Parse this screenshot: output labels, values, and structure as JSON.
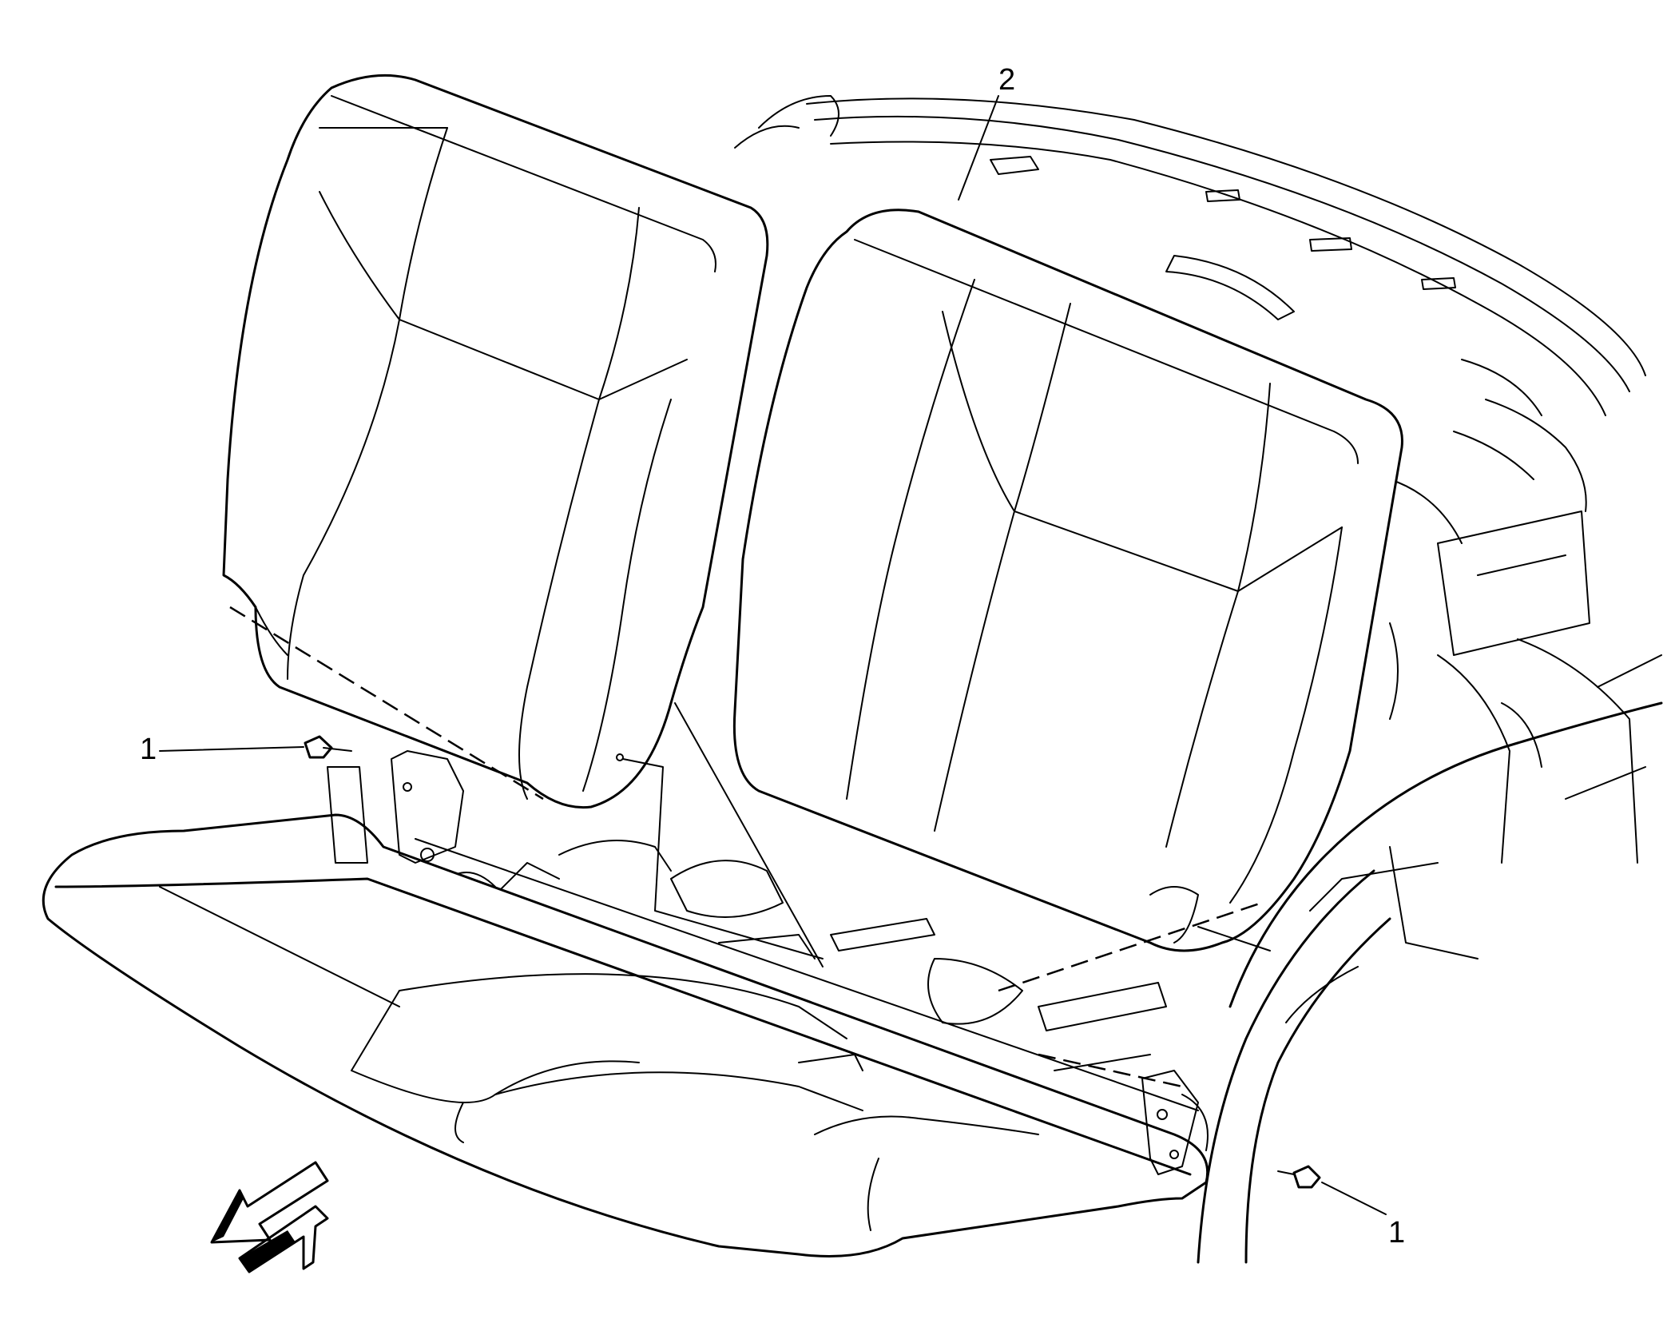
{
  "callouts": {
    "fastener_left": "1",
    "seatback_right": "2",
    "fastener_right": "1"
  },
  "colors": {
    "line": "#000000",
    "background": "#ffffff"
  },
  "icons": {
    "direction_arrow": "forward-direction-arrow-icon"
  }
}
